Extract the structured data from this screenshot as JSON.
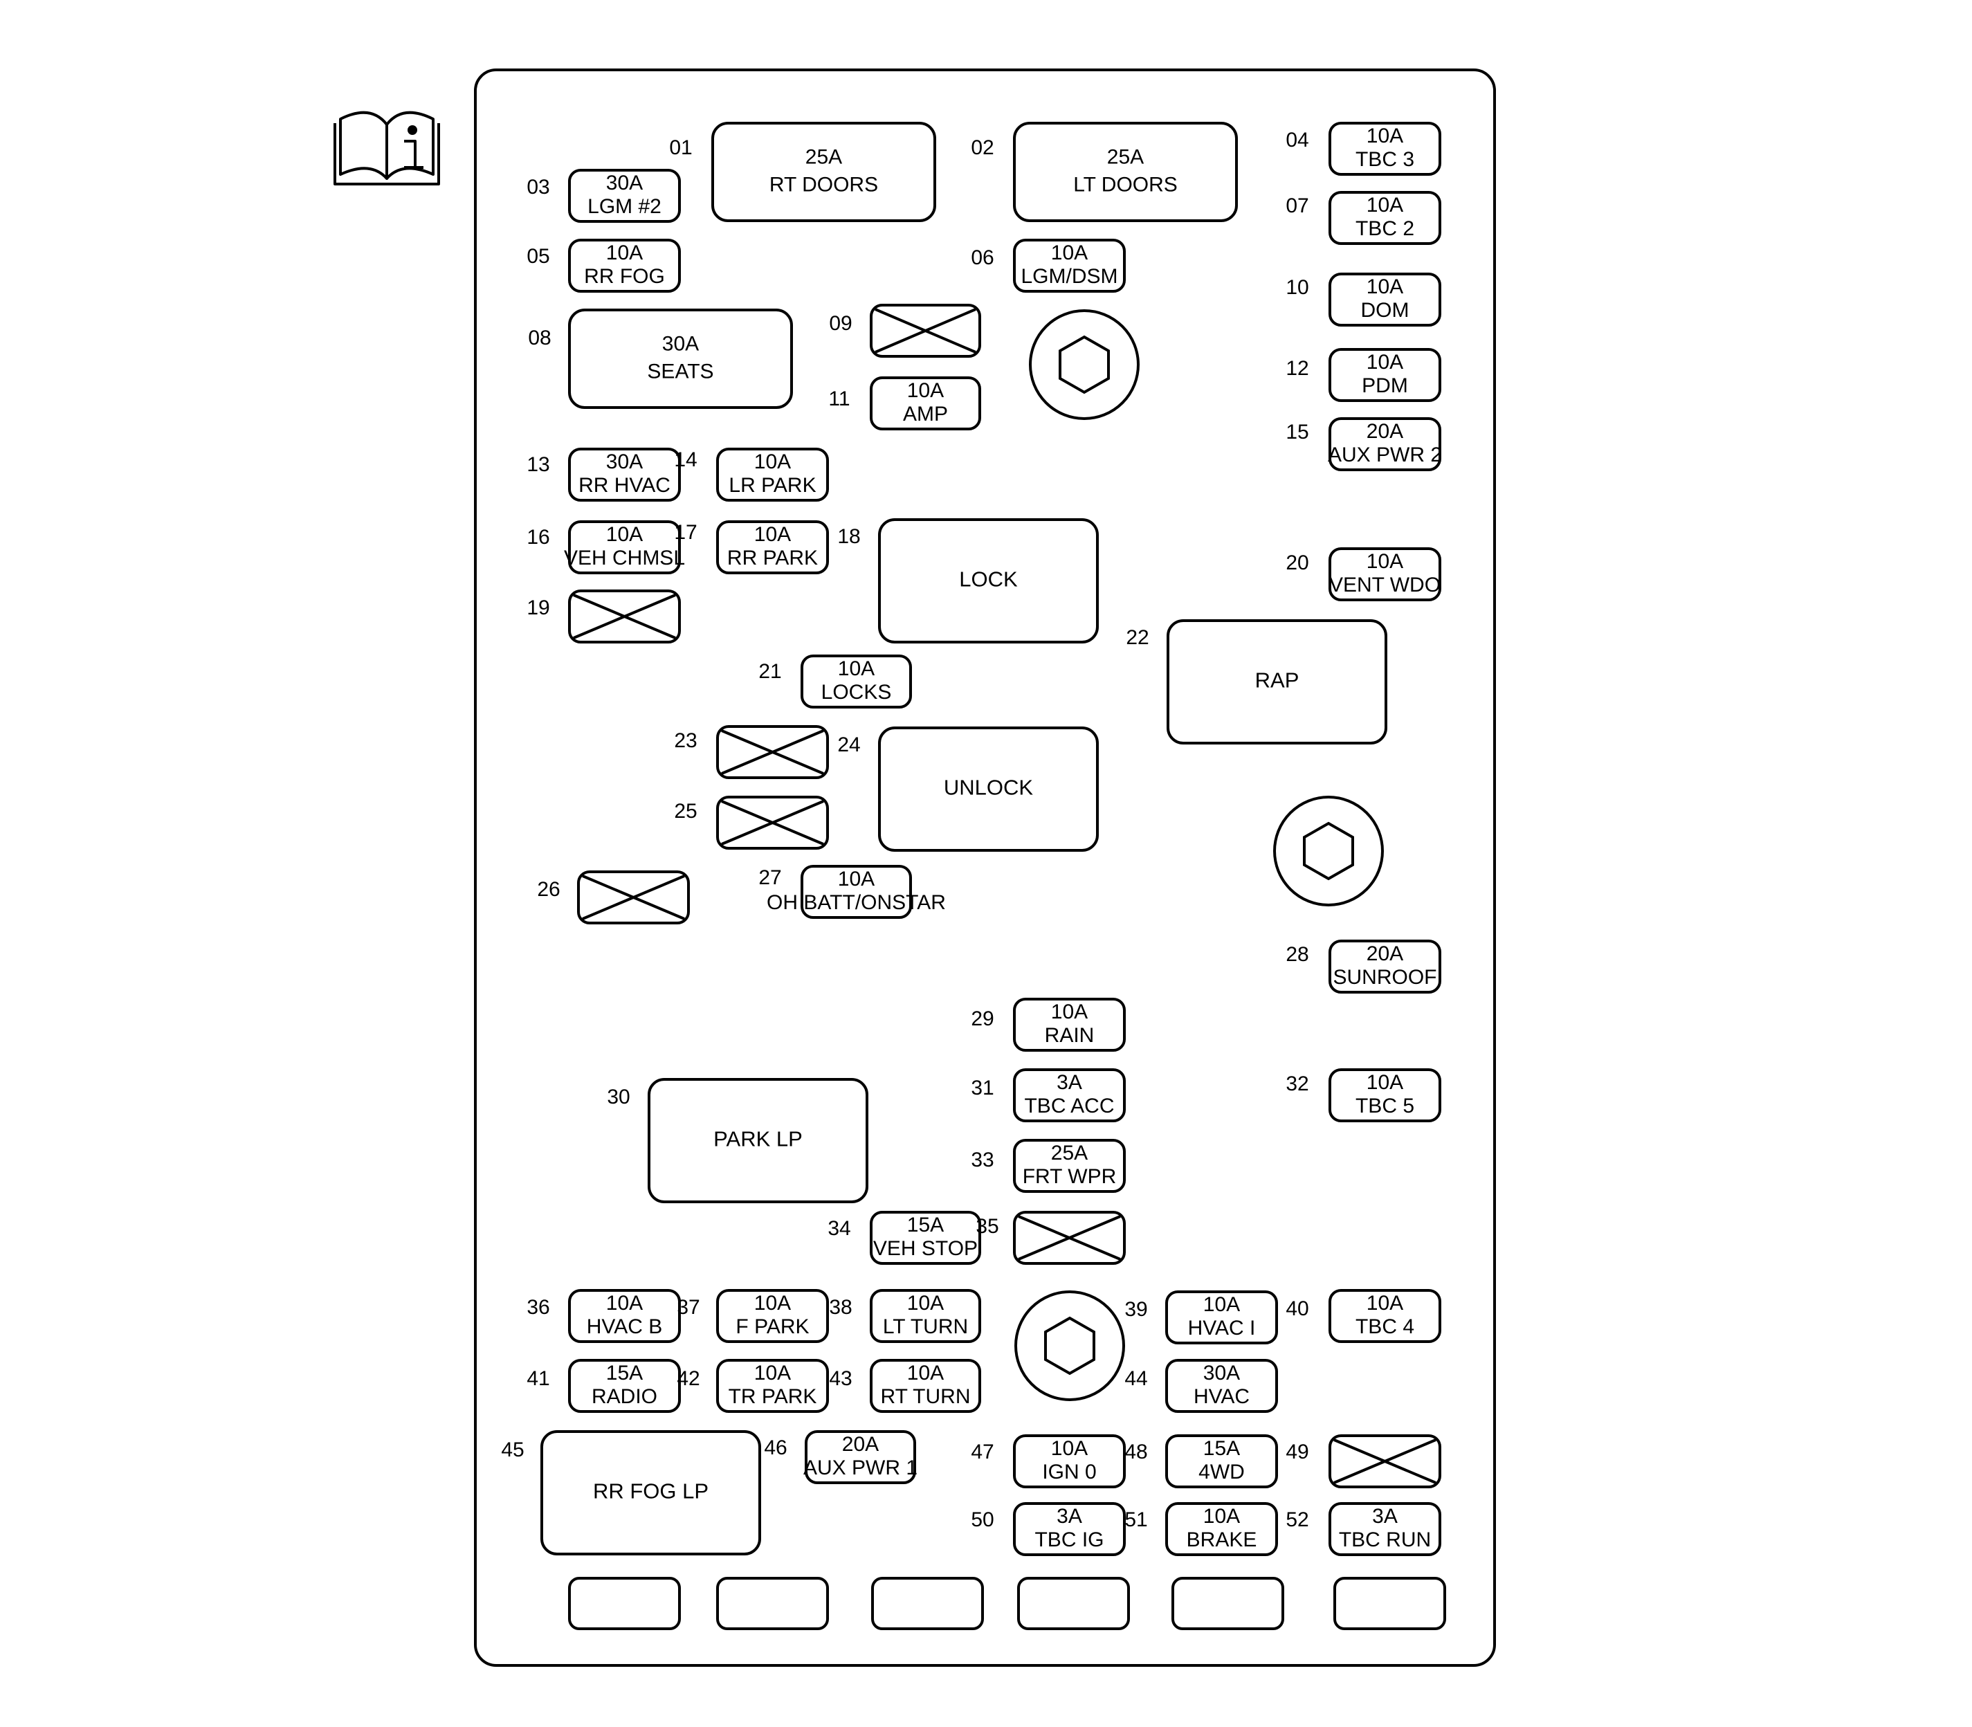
{
  "colors": {
    "stroke": "#000000",
    "background": "#ffffff"
  },
  "icon": "manual-info-icon",
  "fuses": [
    {
      "id": "01",
      "lines": [
        "25A",
        "RT DOORS"
      ],
      "kind": "large"
    },
    {
      "id": "02",
      "lines": [
        "25A",
        "LT DOORS"
      ],
      "kind": "large"
    },
    {
      "id": "03",
      "lines": [
        "30A",
        "LGM #2"
      ],
      "kind": "mini"
    },
    {
      "id": "04",
      "lines": [
        "10A",
        "TBC 3"
      ],
      "kind": "mini"
    },
    {
      "id": "05",
      "lines": [
        "10A",
        "RR FOG"
      ],
      "kind": "mini"
    },
    {
      "id": "06",
      "lines": [
        "10A",
        "LGM/DSM"
      ],
      "kind": "mini"
    },
    {
      "id": "07",
      "lines": [
        "10A",
        "TBC 2"
      ],
      "kind": "mini"
    },
    {
      "id": "08",
      "lines": [
        "30A",
        "SEATS"
      ],
      "kind": "large"
    },
    {
      "id": "09",
      "lines": [],
      "kind": "empty"
    },
    {
      "id": "10",
      "lines": [
        "10A",
        "DOM"
      ],
      "kind": "mini"
    },
    {
      "id": "11",
      "lines": [
        "10A",
        "AMP"
      ],
      "kind": "mini"
    },
    {
      "id": "12",
      "lines": [
        "10A",
        "PDM"
      ],
      "kind": "mini"
    },
    {
      "id": "13",
      "lines": [
        "30A",
        "RR HVAC"
      ],
      "kind": "mini"
    },
    {
      "id": "14",
      "lines": [
        "10A",
        "LR PARK"
      ],
      "kind": "mini"
    },
    {
      "id": "15",
      "lines": [
        "20A",
        "AUX PWR 2"
      ],
      "kind": "mini"
    },
    {
      "id": "16",
      "lines": [
        "10A",
        "VEH CHMSL"
      ],
      "kind": "mini"
    },
    {
      "id": "17",
      "lines": [
        "10A",
        "RR PARK"
      ],
      "kind": "mini"
    },
    {
      "id": "18",
      "lines": [
        "LOCK"
      ],
      "kind": "relay"
    },
    {
      "id": "19",
      "lines": [],
      "kind": "empty"
    },
    {
      "id": "20",
      "lines": [
        "10A",
        "VENT WDO"
      ],
      "kind": "mini"
    },
    {
      "id": "21",
      "lines": [
        "10A",
        "LOCKS"
      ],
      "kind": "mini"
    },
    {
      "id": "22",
      "lines": [
        "RAP"
      ],
      "kind": "relay"
    },
    {
      "id": "23",
      "lines": [],
      "kind": "empty"
    },
    {
      "id": "24",
      "lines": [
        "UNLOCK"
      ],
      "kind": "relay"
    },
    {
      "id": "25",
      "lines": [],
      "kind": "empty"
    },
    {
      "id": "26",
      "lines": [],
      "kind": "empty"
    },
    {
      "id": "27",
      "lines": [
        "10A",
        "OH BATT/ONSTAR"
      ],
      "kind": "mini"
    },
    {
      "id": "28",
      "lines": [
        "20A",
        "SUNROOF"
      ],
      "kind": "mini"
    },
    {
      "id": "29",
      "lines": [
        "10A",
        "RAIN"
      ],
      "kind": "mini"
    },
    {
      "id": "30",
      "lines": [
        "PARK LP"
      ],
      "kind": "relay"
    },
    {
      "id": "31",
      "lines": [
        "3A",
        "TBC ACC"
      ],
      "kind": "mini"
    },
    {
      "id": "32",
      "lines": [
        "10A",
        "TBC 5"
      ],
      "kind": "mini"
    },
    {
      "id": "33",
      "lines": [
        "25A",
        "FRT WPR"
      ],
      "kind": "mini"
    },
    {
      "id": "34",
      "lines": [
        "15A",
        "VEH STOP"
      ],
      "kind": "mini"
    },
    {
      "id": "35",
      "lines": [],
      "kind": "empty"
    },
    {
      "id": "36",
      "lines": [
        "10A",
        "HVAC B"
      ],
      "kind": "mini"
    },
    {
      "id": "37",
      "lines": [
        "10A",
        "F PARK"
      ],
      "kind": "mini"
    },
    {
      "id": "38",
      "lines": [
        "10A",
        "LT TURN"
      ],
      "kind": "mini"
    },
    {
      "id": "39",
      "lines": [
        "10A",
        "HVAC I"
      ],
      "kind": "mini"
    },
    {
      "id": "40",
      "lines": [
        "10A",
        "TBC 4"
      ],
      "kind": "mini"
    },
    {
      "id": "41",
      "lines": [
        "15A",
        "RADIO"
      ],
      "kind": "mini"
    },
    {
      "id": "42",
      "lines": [
        "10A",
        "TR PARK"
      ],
      "kind": "mini"
    },
    {
      "id": "43",
      "lines": [
        "10A",
        "RT TURN"
      ],
      "kind": "mini"
    },
    {
      "id": "44",
      "lines": [
        "30A",
        "HVAC"
      ],
      "kind": "mini"
    },
    {
      "id": "45",
      "lines": [
        "RR FOG LP"
      ],
      "kind": "relay"
    },
    {
      "id": "46",
      "lines": [
        "20A",
        "AUX PWR 1"
      ],
      "kind": "mini"
    },
    {
      "id": "47",
      "lines": [
        "10A",
        "IGN 0"
      ],
      "kind": "mini"
    },
    {
      "id": "48",
      "lines": [
        "15A",
        "4WD"
      ],
      "kind": "mini"
    },
    {
      "id": "49",
      "lines": [],
      "kind": "empty"
    },
    {
      "id": "50",
      "lines": [
        "3A",
        "TBC IG"
      ],
      "kind": "mini"
    },
    {
      "id": "51",
      "lines": [
        "10A",
        "BRAKE"
      ],
      "kind": "mini"
    },
    {
      "id": "52",
      "lines": [
        "3A",
        "TBC RUN"
      ],
      "kind": "mini"
    }
  ]
}
